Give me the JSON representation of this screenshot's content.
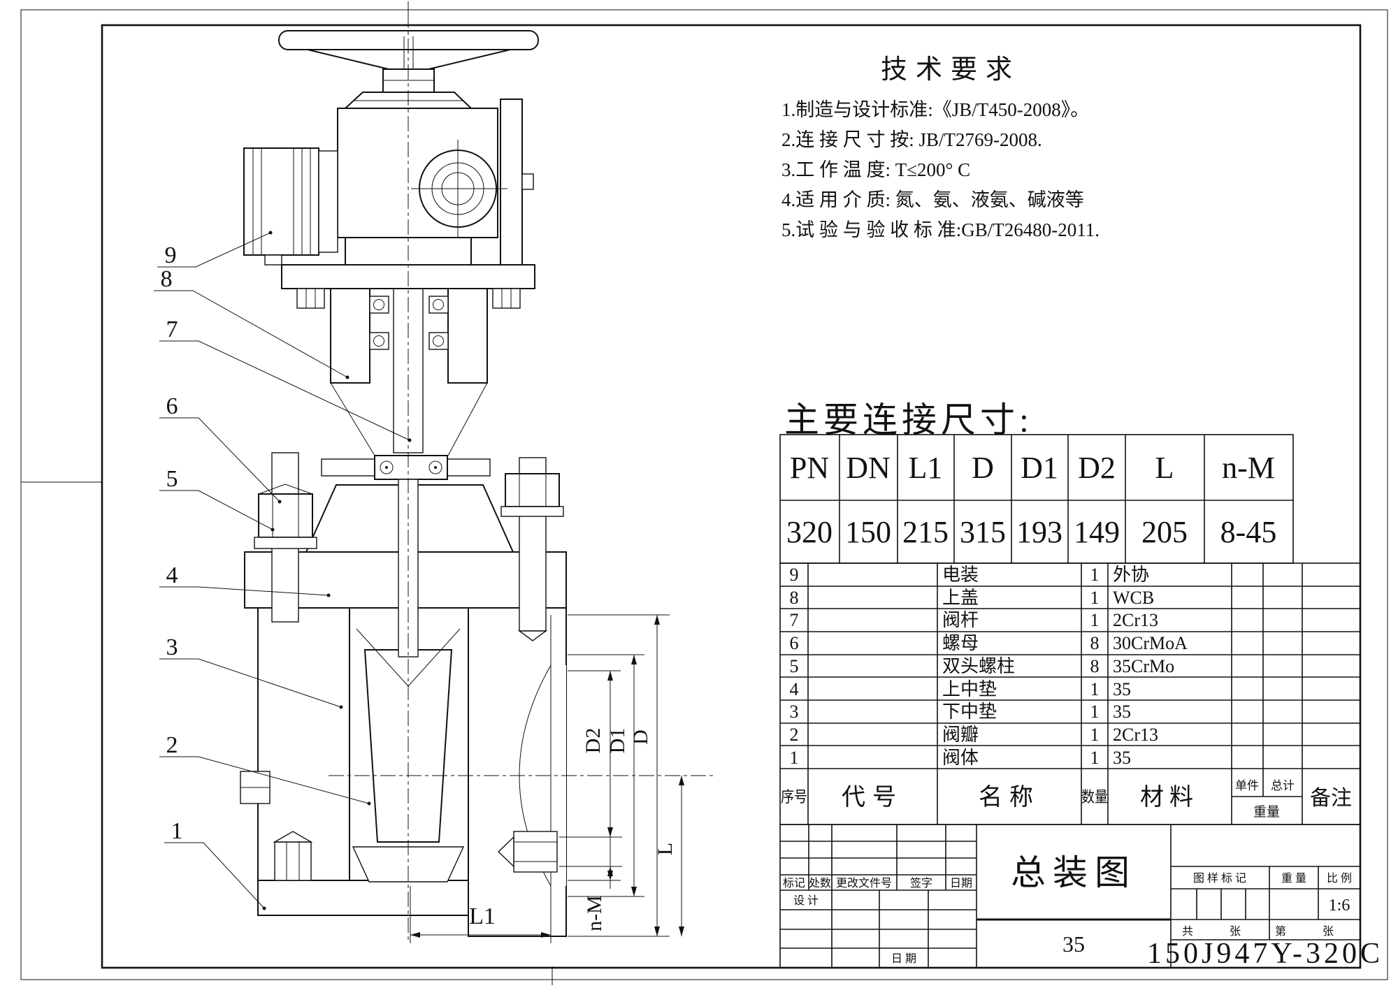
{
  "drawing": {
    "tech_requirements": {
      "title": "技术要求",
      "items": [
        "1.制造与设计标准:《JB/T450-2008》。",
        "2.连 接 尺 寸 按: JB/T2769-2008.",
        "3.工 作 温 度: T≤200° C",
        "4.适 用 介 质: 氮、氨、液氨、碱液等",
        "5.试 验 与 验 收 标 准:GB/T26480-2011."
      ]
    },
    "dim_section_title": "主要连接尺寸:",
    "dim_table": {
      "headers": [
        "PN",
        "DN",
        "L1",
        "D",
        "D1",
        "D2",
        "L",
        "n-M"
      ],
      "values": [
        "320",
        "150",
        "215",
        "315",
        "193",
        "149",
        "205",
        "8-45"
      ]
    },
    "bom": {
      "headers": {
        "seq": "序号",
        "code": "代号",
        "name": "名称",
        "qty": "数量",
        "material": "材料",
        "unit": "单件",
        "total": "总计",
        "weight": "重量",
        "remark": "备注"
      },
      "items": [
        {
          "seq": "9",
          "name": "电装",
          "qty": "1",
          "material": "外协"
        },
        {
          "seq": "8",
          "name": "上盖",
          "qty": "1",
          "material": "WCB"
        },
        {
          "seq": "7",
          "name": "阀杆",
          "qty": "1",
          "material": "2Cr13"
        },
        {
          "seq": "6",
          "name": "螺母",
          "qty": "8",
          "material": "30CrMoA"
        },
        {
          "seq": "5",
          "name": "双头螺柱",
          "qty": "8",
          "material": "35CrMo"
        },
        {
          "seq": "4",
          "name": "上中垫",
          "qty": "1",
          "material": "35"
        },
        {
          "seq": "3",
          "name": "下中垫",
          "qty": "1",
          "material": "35"
        },
        {
          "seq": "2",
          "name": "阀瓣",
          "qty": "1",
          "material": "2Cr13"
        },
        {
          "seq": "1",
          "name": "阀体",
          "qty": "1",
          "material": "35"
        }
      ]
    },
    "title_block": {
      "rev_headers": [
        "标记",
        "处数",
        "更改文件号",
        "签字",
        "日期"
      ],
      "design_label": "设 计",
      "date_label": "日 期",
      "drawing_title": "总装图",
      "sheet_note": "35",
      "mark_label": "图 样 标 记",
      "weight_label": "重 量",
      "scale_label": "比 例",
      "scale_value": "1:6",
      "total_sheets_label": "共 张",
      "sheet_no_label": "第 张",
      "drawing_number": "150J947Y-320C"
    },
    "callouts": [
      {
        "label": "9"
      },
      {
        "label": "8"
      },
      {
        "label": "7"
      },
      {
        "label": "6"
      },
      {
        "label": "5"
      },
      {
        "label": "4"
      },
      {
        "label": "3"
      },
      {
        "label": "2"
      },
      {
        "label": "1"
      }
    ],
    "dims": {
      "L1": "L1",
      "nM": "n-M",
      "D2": "D2",
      "D1": "D1",
      "D": "D",
      "L": "L"
    }
  }
}
